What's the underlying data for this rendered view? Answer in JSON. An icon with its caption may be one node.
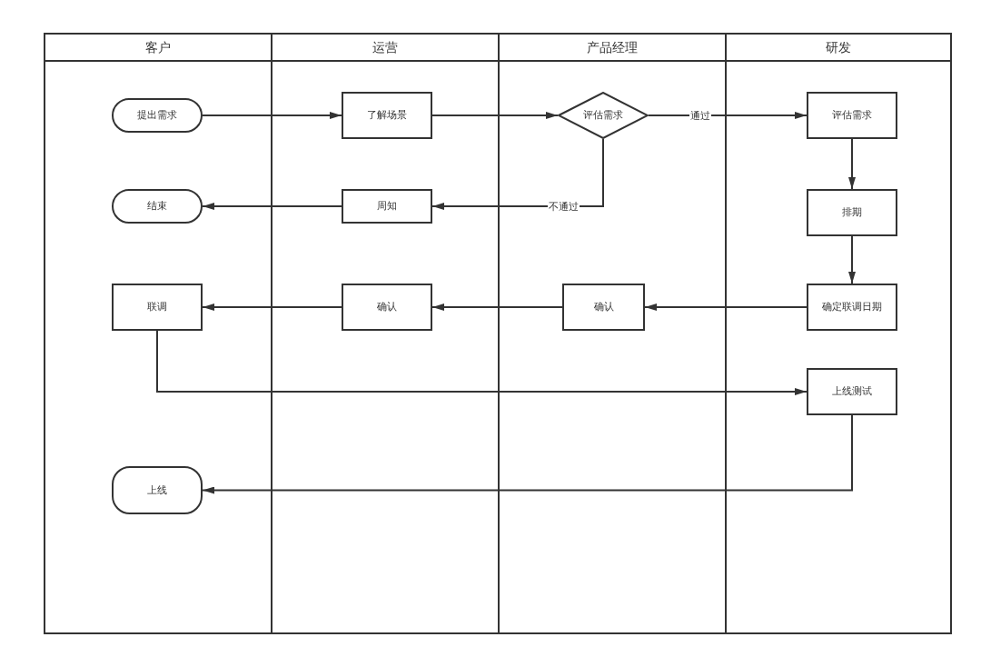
{
  "diagram": {
    "nodes": [
      {
        "text": [
          "客户"
        ]
      },
      {
        "text": [
          "运营"
        ]
      },
      {
        "text": [
          "产品经理"
        ]
      },
      {
        "text": [
          "研发"
        ]
      },
      {
        "text": [
          "提出需求"
        ],
        "in": 0
      },
      {
        "text": [
          "结束"
        ],
        "in": 0
      },
      {
        "text": [
          "联调"
        ],
        "in": 0
      },
      {
        "text": [
          "上线"
        ],
        "in": 0
      },
      {
        "text": [
          "了解场景"
        ],
        "in": 1
      },
      {
        "text": [
          "周知"
        ],
        "in": 1
      },
      {
        "text": [
          "确认"
        ],
        "in": 1
      },
      {
        "text": [
          "评估需求"
        ],
        "in": 2
      },
      {
        "text": [
          "确认"
        ],
        "in": 2
      },
      {
        "text": [
          "评估需求"
        ],
        "in": 3
      },
      {
        "text": [
          "排期"
        ],
        "in": 3
      },
      {
        "text": [
          "确定联调日期"
        ],
        "in": 3
      },
      {
        "text": [
          "上线测试"
        ],
        "in": 3
      }
    ],
    "edges": [
      {
        "from": 4,
        "to": 8,
        "arrow": "to"
      },
      {
        "from": 8,
        "to": 11,
        "arrow": "to"
      },
      {
        "from": 11,
        "to": 13,
        "arrow": "to",
        "label": "通过"
      },
      {
        "from": 11,
        "to": 9,
        "arrow": "to",
        "label": "不通过"
      },
      {
        "from": 9,
        "to": 5,
        "arrow": "to"
      },
      {
        "from": 13,
        "to": 14,
        "arrow": "to"
      },
      {
        "from": 14,
        "to": 15,
        "arrow": "to"
      },
      {
        "from": 15,
        "to": 12,
        "arrow": "to"
      },
      {
        "from": 12,
        "to": 10,
        "arrow": "to"
      },
      {
        "from": 10,
        "to": 6,
        "arrow": "to"
      },
      {
        "from": 6,
        "to": 16,
        "arrow": "to"
      },
      {
        "from": 16,
        "to": 7,
        "arrow": "to"
      }
    ]
  }
}
